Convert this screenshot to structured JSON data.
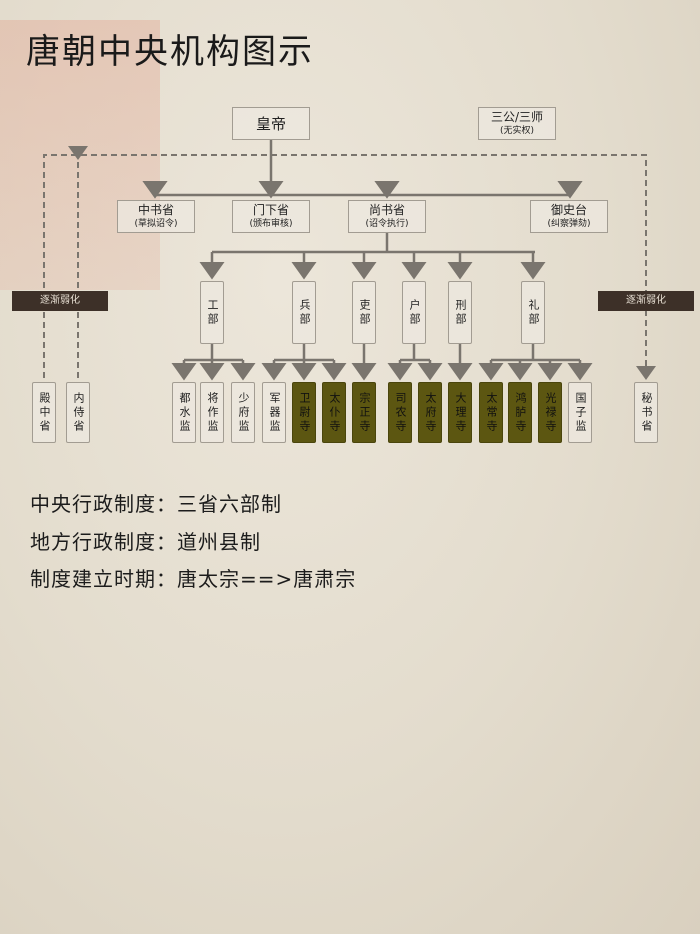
{
  "title": "唐朝中央机构图示",
  "emperor": "皇帝",
  "sangong": {
    "name": "三公/三师",
    "note": "(无实权)"
  },
  "provinces": [
    {
      "name": "中书省",
      "note": "(草拟诏令)"
    },
    {
      "name": "门下省",
      "note": "(颁布审核)"
    },
    {
      "name": "尚书省",
      "note": "(诏令执行)"
    },
    {
      "name": "御史台",
      "note": "(纠察弹劾)"
    }
  ],
  "ministries": [
    "工部",
    "兵部",
    "吏部",
    "户部",
    "刑部",
    "礼部"
  ],
  "weakening_label": "逐渐弱化",
  "agencies": [
    "殿中省",
    "内侍省",
    "都水监",
    "将作监",
    "少府监",
    "军器监",
    "卫尉寺",
    "太仆寺",
    "宗正寺",
    "司农寺",
    "太府寺",
    "大理寺",
    "太常寺",
    "鸿胪寺",
    "光禄寺",
    "国子监",
    "秘书省"
  ],
  "colors": {
    "dark_box": "#5c5611",
    "tag_bg": "#3d3028",
    "line": "#7a756e"
  },
  "info": [
    "中央行政制度：三省六部制",
    "地方行政制度：道州县制",
    "制度建立时期：唐太宗==>唐肃宗"
  ]
}
